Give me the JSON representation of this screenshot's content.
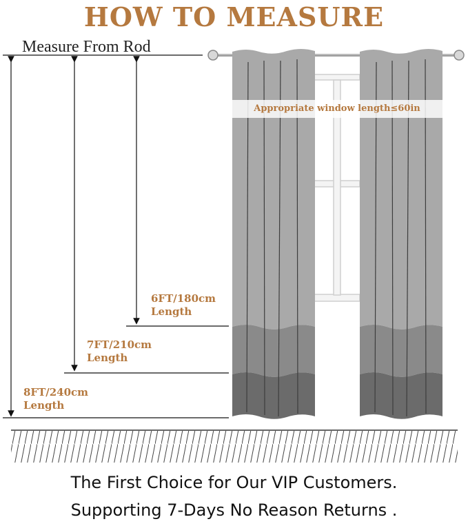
{
  "header": {
    "title": "HOW TO MEASURE"
  },
  "rod_label": "Measure From Rod",
  "window_note": "Appropriate window length≤60in",
  "lengths": [
    {
      "size": "6FT/180cm",
      "word": "Length"
    },
    {
      "size": "7FT/210cm",
      "word": "Length"
    },
    {
      "size": "8FT/240cm",
      "word": "Length"
    }
  ],
  "footer": {
    "line1": "The First Choice for Our VIP Customers.",
    "line2": "Supporting 7-Days No Reason Returns ."
  },
  "colors": {
    "accent": "#b5793f",
    "curtain_light": "#a9a9a9",
    "curtain_mid": "#8a8a8a",
    "curtain_dark": "#6b6b6b"
  },
  "icons": [
    "curtain-rod-icon",
    "window-frame-icon",
    "measure-arrow-icon",
    "floor-hatch-icon"
  ]
}
